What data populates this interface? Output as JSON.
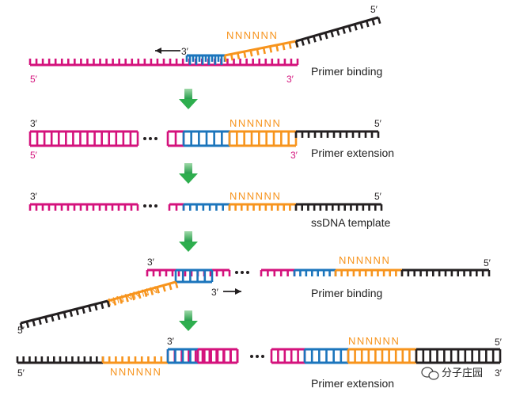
{
  "colors": {
    "magenta": "#D4127C",
    "blue": "#1B75BC",
    "orange": "#F7941D",
    "black": "#231F20",
    "green_arrow": "#2EAE4E"
  },
  "labels": {
    "step1": "Primer binding",
    "step2": "Primer extension",
    "step3": "ssDNA template",
    "step4": "Primer binding",
    "step5": "Primer extension"
  },
  "n_region": "NNNNNN",
  "ends": {
    "three": "3′",
    "five": "5′",
    "dots": "• • •"
  },
  "watermark": {
    "text": "分子庄园",
    "icon": "chat-bubble-icon"
  }
}
